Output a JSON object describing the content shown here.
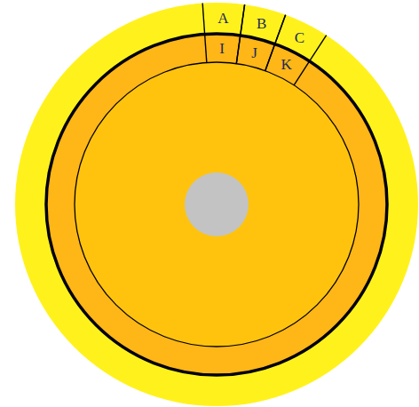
{
  "diagram": {
    "nodes": [
      {
        "text": [
          "A"
        ]
      },
      {
        "text": [
          "B"
        ]
      },
      {
        "text": [
          "C"
        ]
      },
      {
        "text": [
          "I"
        ]
      },
      {
        "text": [
          "J"
        ]
      },
      {
        "text": [
          "K"
        ]
      }
    ]
  }
}
